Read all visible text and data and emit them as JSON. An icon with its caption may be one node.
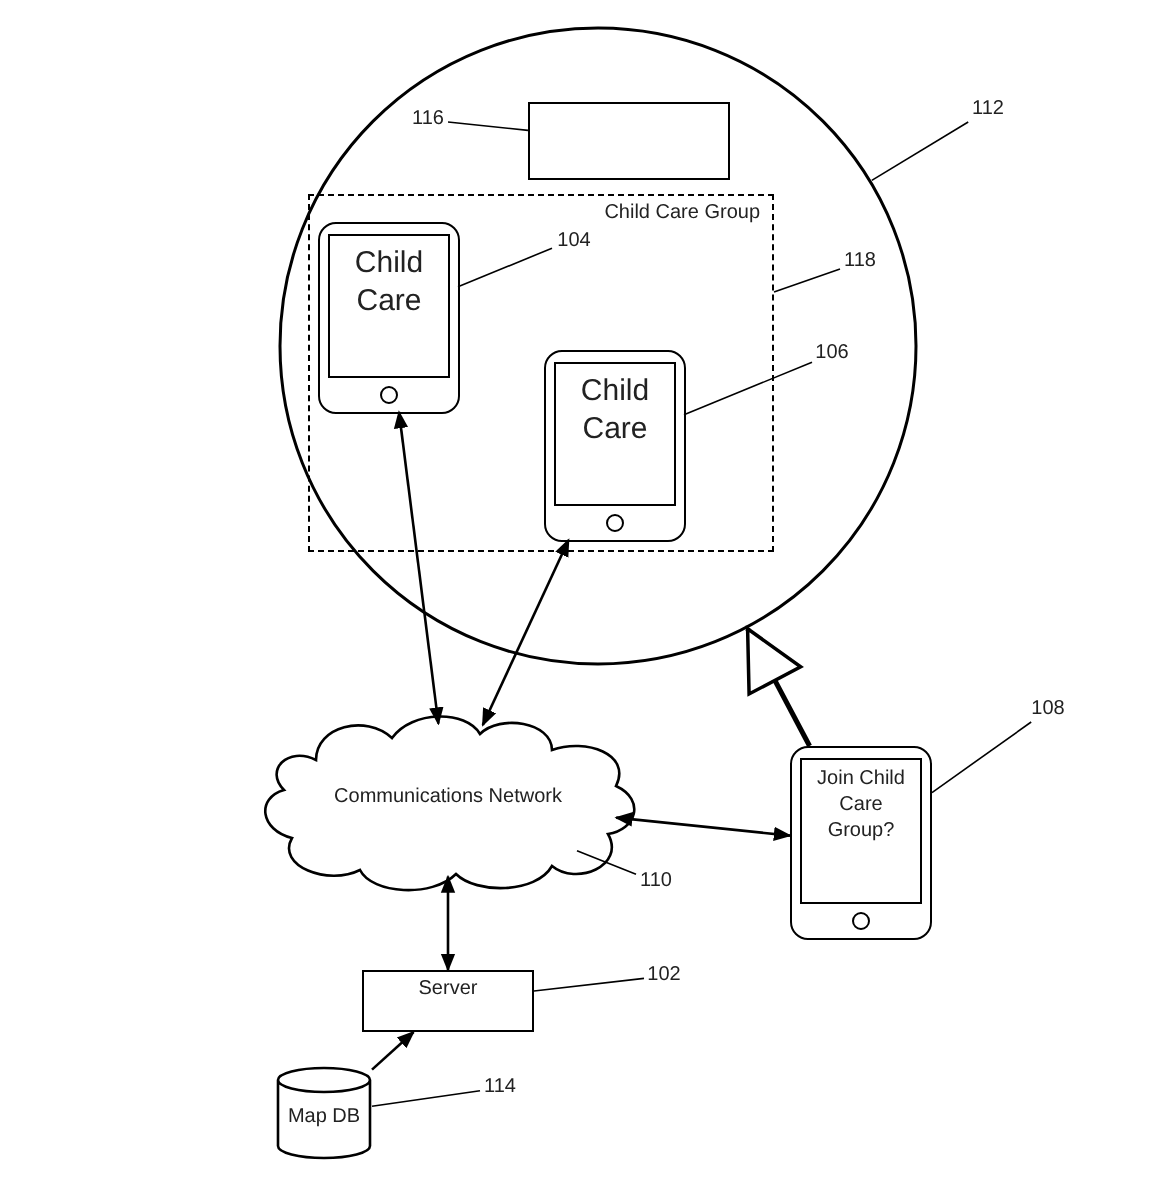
{
  "diagram": {
    "nodes": [
      {
        "text": [],
        "shape": "circle"
      },
      {
        "text": [],
        "shape": "box",
        "in": 0
      },
      {
        "text": [
          "Child Care Group"
        ],
        "in": 0
      },
      {
        "text": [
          "Child Care"
        ],
        "in": 2
      },
      {
        "text": [
          "Child Care"
        ],
        "in": 2
      },
      {
        "text": [
          "Communications Network"
        ]
      },
      {
        "text": [
          "Join Child Care Group?"
        ]
      },
      {
        "text": [
          "Server"
        ]
      },
      {
        "text": [
          "Map DB"
        ]
      },
      {
        "text": [
          "116"
        ],
        "in": 0
      },
      {
        "text": [
          "112"
        ]
      },
      {
        "text": [
          "104"
        ],
        "in": 2
      },
      {
        "text": [
          "118"
        ],
        "in": 0
      },
      {
        "text": [
          "106"
        ],
        "in": 0
      },
      {
        "text": [
          "108"
        ]
      },
      {
        "text": [
          "110"
        ]
      },
      {
        "text": [
          "102"
        ]
      },
      {
        "text": [
          "114"
        ]
      }
    ],
    "edges": [
      {
        "from": 5,
        "to": 3,
        "arrow": "both"
      },
      {
        "from": 5,
        "to": 4,
        "arrow": "both"
      },
      {
        "from": 5,
        "to": 6,
        "arrow": "both"
      },
      {
        "from": 5,
        "to": 7,
        "arrow": "both"
      },
      {
        "from": 8,
        "to": 7,
        "arrow": "to"
      },
      {
        "from": 6,
        "to": 0,
        "arrow": "to",
        "style": "thick"
      },
      {
        "from": 9,
        "to": 1,
        "arrow": "none"
      },
      {
        "from": 10,
        "to": 0,
        "arrow": "none"
      },
      {
        "from": 11,
        "to": 3,
        "arrow": "none"
      },
      {
        "from": 12,
        "to": 2,
        "arrow": "none"
      },
      {
        "from": 13,
        "to": 4,
        "arrow": "none"
      },
      {
        "from": 14,
        "to": 6,
        "arrow": "none"
      },
      {
        "from": 15,
        "to": 5,
        "arrow": "none"
      },
      {
        "from": 16,
        "to": 7,
        "arrow": "none"
      },
      {
        "from": 17,
        "to": 8,
        "arrow": "none"
      }
    ]
  }
}
